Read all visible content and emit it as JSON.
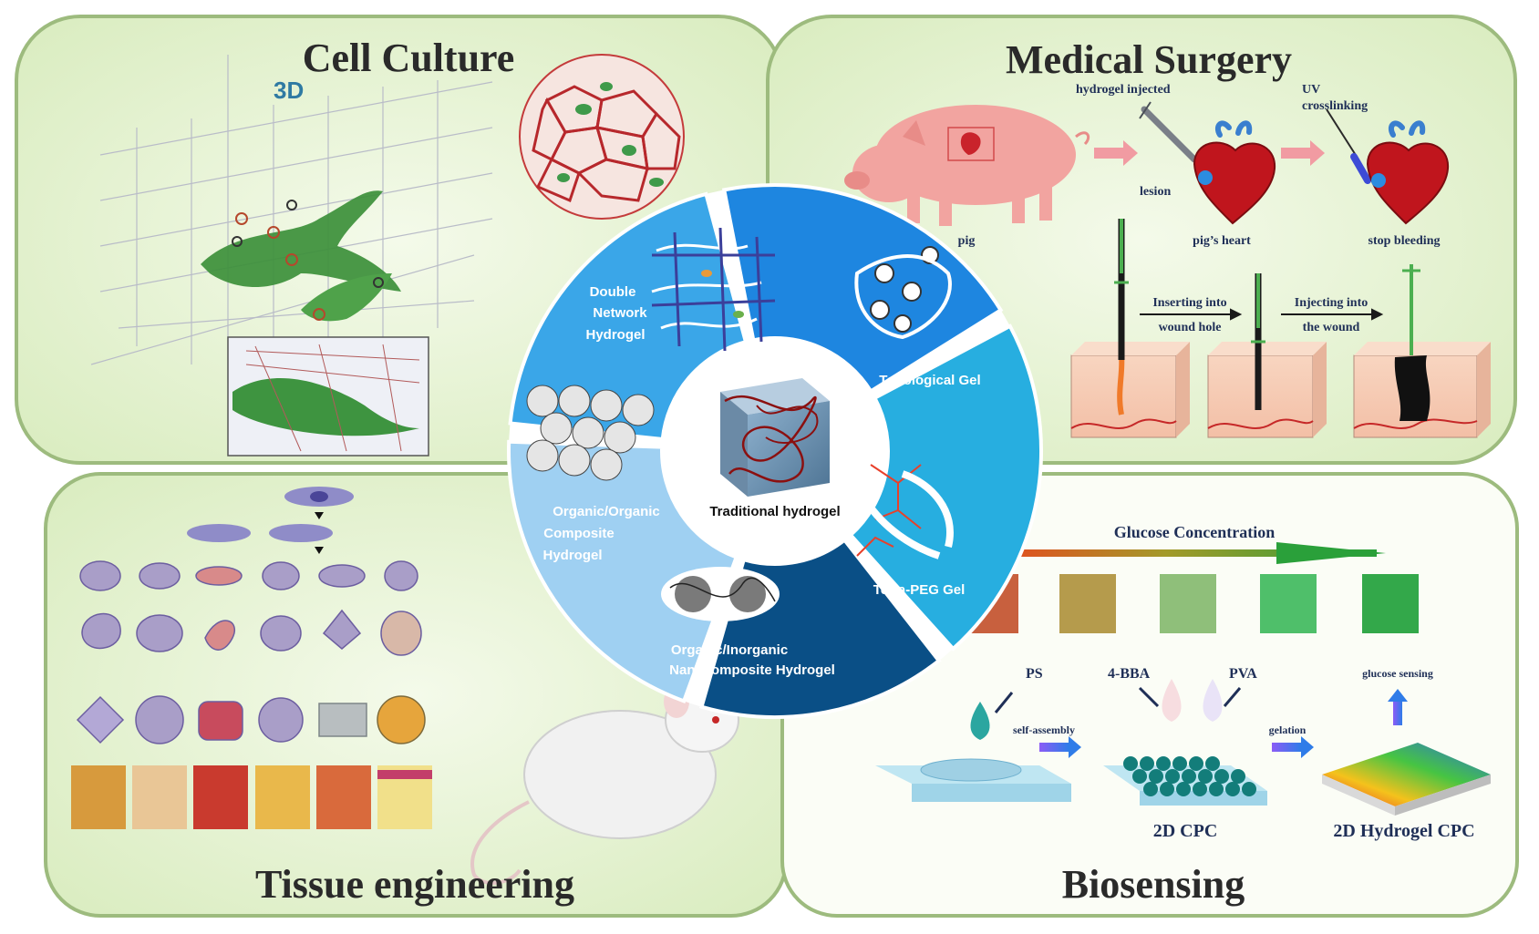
{
  "panels": {
    "cell_culture": {
      "title": "Cell Culture",
      "label_3d": "3D"
    },
    "medical_surgery": {
      "title": "Medical Surgery",
      "labels": {
        "hydrogel_injected": "hydrogel injected",
        "uv_line1": "UV",
        "uv_line2": "crosslinking",
        "lesion": "lesion",
        "pig": "pig",
        "pigs_heart": "pig’s heart",
        "stop_bleeding": "stop bleeding",
        "inserting_line1": "Inserting into",
        "inserting_line2": "wound hole",
        "injecting_line1": "Injecting into",
        "injecting_line2": "the wound"
      }
    },
    "tissue_engineering": {
      "title": "Tissue engineering"
    },
    "biosensing": {
      "title": "Biosensing",
      "labels": {
        "glucose_concentration": "Glucose Concentration",
        "ps": "PS",
        "bba": "4-BBA",
        "pva": "PVA",
        "glucose_sensing": "glucose sensing",
        "self_assembly": "self-assembly",
        "gelation": "gelation",
        "cpc_2d": "2D CPC",
        "hydrogel_cpc_2d": "2D Hydrogel CPC"
      }
    }
  },
  "center": {
    "core": "Traditional hydrogel",
    "segments": {
      "double_network": [
        "Double",
        "Network",
        "Hydrogel"
      ],
      "topological": "Topological Gel",
      "tetra_peg": "Tetra-PEG Gel",
      "organic_inorganic": [
        "Organic/Inorganic",
        "Nanocomposite Hydrogel"
      ],
      "organic_organic": [
        "Organic/Organic",
        "Composite",
        "Hydrogel"
      ]
    }
  },
  "colors": {
    "panel_fill": "#e3f1cf",
    "panel_border": "#9dbb7e",
    "seg_light": "#9fd0f2",
    "seg_sky": "#3aa6e8",
    "seg_blue": "#1e86e0",
    "seg_cyan": "#27aee0",
    "seg_navy": "#0a4f86"
  }
}
